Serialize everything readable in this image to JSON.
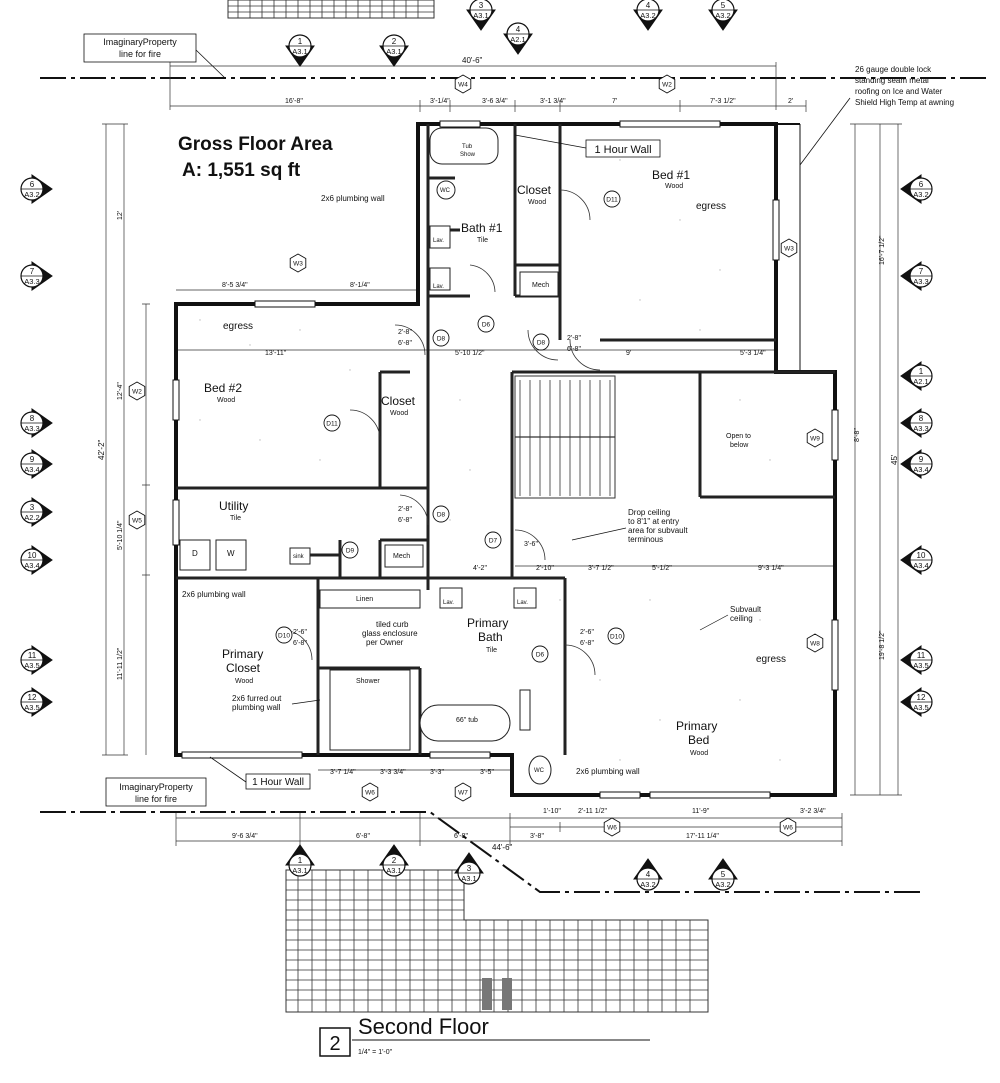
{
  "title": "Second Floor",
  "drawing_number": "2",
  "scale": "1/4\" = 1'-0\"",
  "gross_area": {
    "line1": "Gross Floor Area",
    "line2": "A: 1,551 sq ft"
  },
  "notes": {
    "roofing": [
      "26 gauge double lock",
      "standing seam metal",
      "roofing on Ice and Water",
      "Shield High Temp at awning"
    ],
    "prop_line_top": [
      "ImaginaryProperty",
      "line for fire"
    ],
    "prop_line_bottom": [
      "ImaginaryProperty",
      "line for fire"
    ],
    "hour_wall_top": "1 Hour Wall",
    "hour_wall_bottom": "1 Hour Wall",
    "drop_ceiling": [
      "Drop ceiling",
      "to 8'1\" at entry",
      "area for subvault",
      "terminous"
    ],
    "subvault": [
      "Subvault",
      "ceiling"
    ],
    "plumb_wall_top": "2x6 plumbing wall",
    "plumb_wall_left": "2x6 plumbing wall",
    "plumb_wall_bottom": "2x6 plumbing wall",
    "tiled_curb": [
      "tiled curb",
      "glass enclosure",
      "per Owner"
    ],
    "furred": [
      "2x6 furred out",
      "plumbing wall"
    ],
    "open_below": [
      "Open to",
      "below"
    ]
  },
  "rooms": {
    "bed1": {
      "name": "Bed #1",
      "finish": "Wood"
    },
    "bed2": {
      "name": "Bed #2",
      "finish": "Wood"
    },
    "bath1": {
      "name": "Bath #1",
      "finish": "Tile"
    },
    "closet1": {
      "name": "Closet",
      "finish": "Wood"
    },
    "closet2": {
      "name": "Closet",
      "finish": "Wood"
    },
    "utility": {
      "name": "Utility",
      "finish": "Tile"
    },
    "pcloset": {
      "name": "Primary",
      "name2": "Closet",
      "finish": "Wood"
    },
    "pbath": {
      "name": "Primary",
      "name2": "Bath",
      "finish": "Tile"
    },
    "pbed": {
      "name": "Primary",
      "name2": "Bed",
      "finish": "Wood"
    }
  },
  "small_labels": {
    "egress": "egress",
    "mech": "Mech",
    "linen": "Linen",
    "shower": "Shower",
    "tub": "66\" tub",
    "tub_shower": [
      "Tub",
      "Show"
    ],
    "wc": "WC",
    "lav": "Lav.",
    "sink": "sink",
    "washer": "W",
    "dryer": "D"
  },
  "section_markers": [
    {
      "num": "1",
      "sheet": "A3.1"
    },
    {
      "num": "2",
      "sheet": "A3.1"
    },
    {
      "num": "3",
      "sheet": "A3.1"
    },
    {
      "num": "4",
      "sheet": "A2.1"
    },
    {
      "num": "4",
      "sheet": "A3.2"
    },
    {
      "num": "5",
      "sheet": "A3.2"
    },
    {
      "num": "6",
      "sheet": "A3.2"
    },
    {
      "num": "7",
      "sheet": "A3.3"
    },
    {
      "num": "8",
      "sheet": "A3.3"
    },
    {
      "num": "9",
      "sheet": "A3.4"
    },
    {
      "num": "3",
      "sheet": "A2.2"
    },
    {
      "num": "10",
      "sheet": "A3.4"
    },
    {
      "num": "11",
      "sheet": "A3.5"
    },
    {
      "num": "12",
      "sheet": "A3.5"
    },
    {
      "num": "1",
      "sheet": "A2.1"
    }
  ],
  "window_tags": [
    "W4",
    "W2",
    "W3",
    "W3",
    "W2",
    "W5",
    "W9",
    "W8",
    "W6",
    "W7",
    "W6",
    "W6"
  ],
  "door_tags": [
    "D8",
    "D6",
    "D8",
    "D11",
    "D11",
    "D8",
    "D7",
    "D9",
    "D10",
    "D10",
    "D6"
  ],
  "dims": {
    "top_total": "40'-6\"",
    "top_a": "16'-8\"",
    "top_b": "3'-1/4\"",
    "top_c": "3'-6 3/4\"",
    "top_d": "3'-1 3/4\"",
    "top_e": "7'",
    "top_f": "7'-3 1/2\"",
    "top_g": "2'",
    "bottom_total": "44'-6\"",
    "bot_a": "9'-6 3/4\"",
    "bot_b": "6'-8\"",
    "bot_c": "6'-8\"",
    "bot_d": "3'-8\"",
    "bot_e": "17'-11 1/4\"",
    "left_total": "42'-2\"",
    "left_a": "12'",
    "left_b": "12'-4\"",
    "left_c": "5'-10 1/4\"",
    "left_d": "11'-11 1/2\"",
    "right_total": "45'",
    "right_a": "16'-7 1/2\"",
    "right_b": "8'-8\"",
    "right_c": "19'-8 1/2\"",
    "bed2_w": "13'-11\"",
    "bed2_a": "8'-5 3/4\"",
    "bed2_b": "8'-1/4\"",
    "hall": "5'-10 1/2\"",
    "bed1_w": "9'",
    "bed1_b": "5'-3 1/4\"",
    "p_a": "4'-2\"",
    "p_b": "2'-10\"",
    "p_c": "3'-7 1/2\"",
    "p_d": "5'-1/2\"",
    "p_e": "9'-3 1/4\"",
    "b_a": "3'-7 1/4\"",
    "b_b": "3'-3 3/4\"",
    "b_c": "3'-3\"",
    "b_d": "3'-5\"",
    "b_e": "1'-10\"",
    "b_f": "2'-11 1/2\"",
    "b_g": "11'-9\"",
    "b_h": "3'-2 3/4\"",
    "door_a": "2'-8\"",
    "door_b": "6'-8\"",
    "door_c": "2'-6\"",
    "door_d": "3'-6\""
  }
}
